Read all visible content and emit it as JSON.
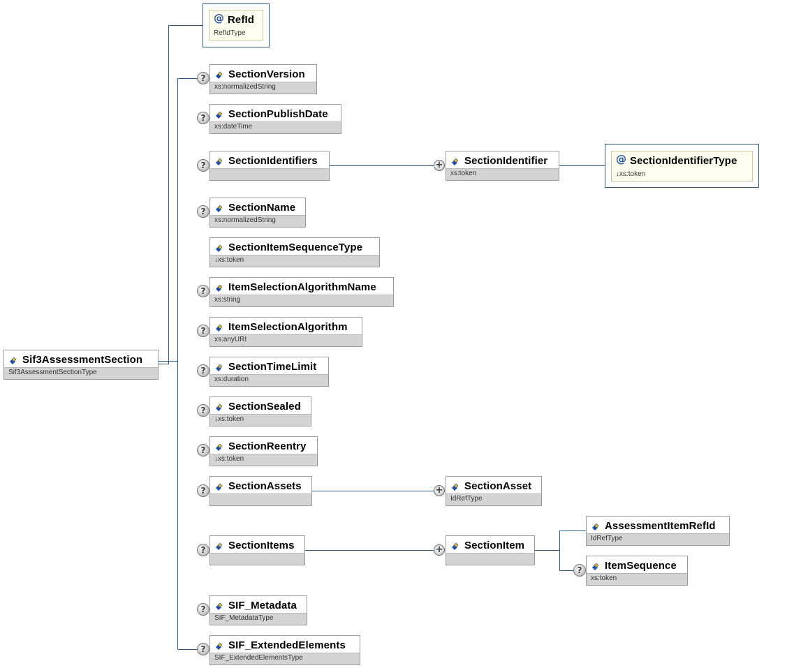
{
  "root": {
    "name": "Sif3AssessmentSection",
    "type": "Sif3AssessmentSectionType",
    "icon": "element-icon"
  },
  "attribute": {
    "name": "RefId",
    "type": "RefIdType",
    "icon": "attribute-icon"
  },
  "children": [
    {
      "name": "SectionVersion",
      "type": "xs:normalizedString",
      "optional": true
    },
    {
      "name": "SectionPublishDate",
      "type": "xs:dateTime",
      "optional": true
    },
    {
      "name": "SectionIdentifiers",
      "type": "",
      "optional": true
    },
    {
      "name": "SectionName",
      "type": "xs:normalizedString",
      "optional": true
    },
    {
      "name": "SectionItemSequenceType",
      "type": "↓xs:token",
      "optional": false
    },
    {
      "name": "ItemSelectionAlgorithmName",
      "type": "xs:string",
      "optional": true
    },
    {
      "name": "ItemSelectionAlgorithm",
      "type": "xs:anyURI",
      "optional": true
    },
    {
      "name": "SectionTimeLimit",
      "type": "xs:duration",
      "optional": true
    },
    {
      "name": "SectionSealed",
      "type": "↓xs:token",
      "optional": true
    },
    {
      "name": "SectionReentry",
      "type": "↓xs:token",
      "optional": true
    },
    {
      "name": "SectionAssets",
      "type": "",
      "optional": true
    },
    {
      "name": "SectionItems",
      "type": "",
      "optional": true
    },
    {
      "name": "SIF_Metadata",
      "type": "SIF_MetadataType",
      "optional": true
    },
    {
      "name": "SIF_ExtendedElements",
      "type": "SIF_ExtendedElementsType",
      "optional": true
    }
  ],
  "section_identifier": {
    "name": "SectionIdentifier",
    "type": "xs:token",
    "repeatable": true
  },
  "section_identifier_type": {
    "name": "SectionIdentifierType",
    "type": "↓xs:token"
  },
  "section_asset": {
    "name": "SectionAsset",
    "type": "IdRefType",
    "repeatable": true
  },
  "section_item": {
    "name": "SectionItem",
    "type": "",
    "repeatable": true
  },
  "assessment_item_refid": {
    "name": "AssessmentItemRefId",
    "type": "IdRefType"
  },
  "item_sequence": {
    "name": "ItemSequence",
    "type": "xs:token",
    "optional": true
  },
  "colors": {
    "connector": "#2a5a8a",
    "footer": "#d4d4d4",
    "attribute_bg": "#fffff0",
    "icon_blue": "#1e4fa8",
    "icon_yellow": "#e8b820"
  },
  "markers": {
    "optional": "?",
    "repeat": "+",
    "attribute": "@"
  }
}
